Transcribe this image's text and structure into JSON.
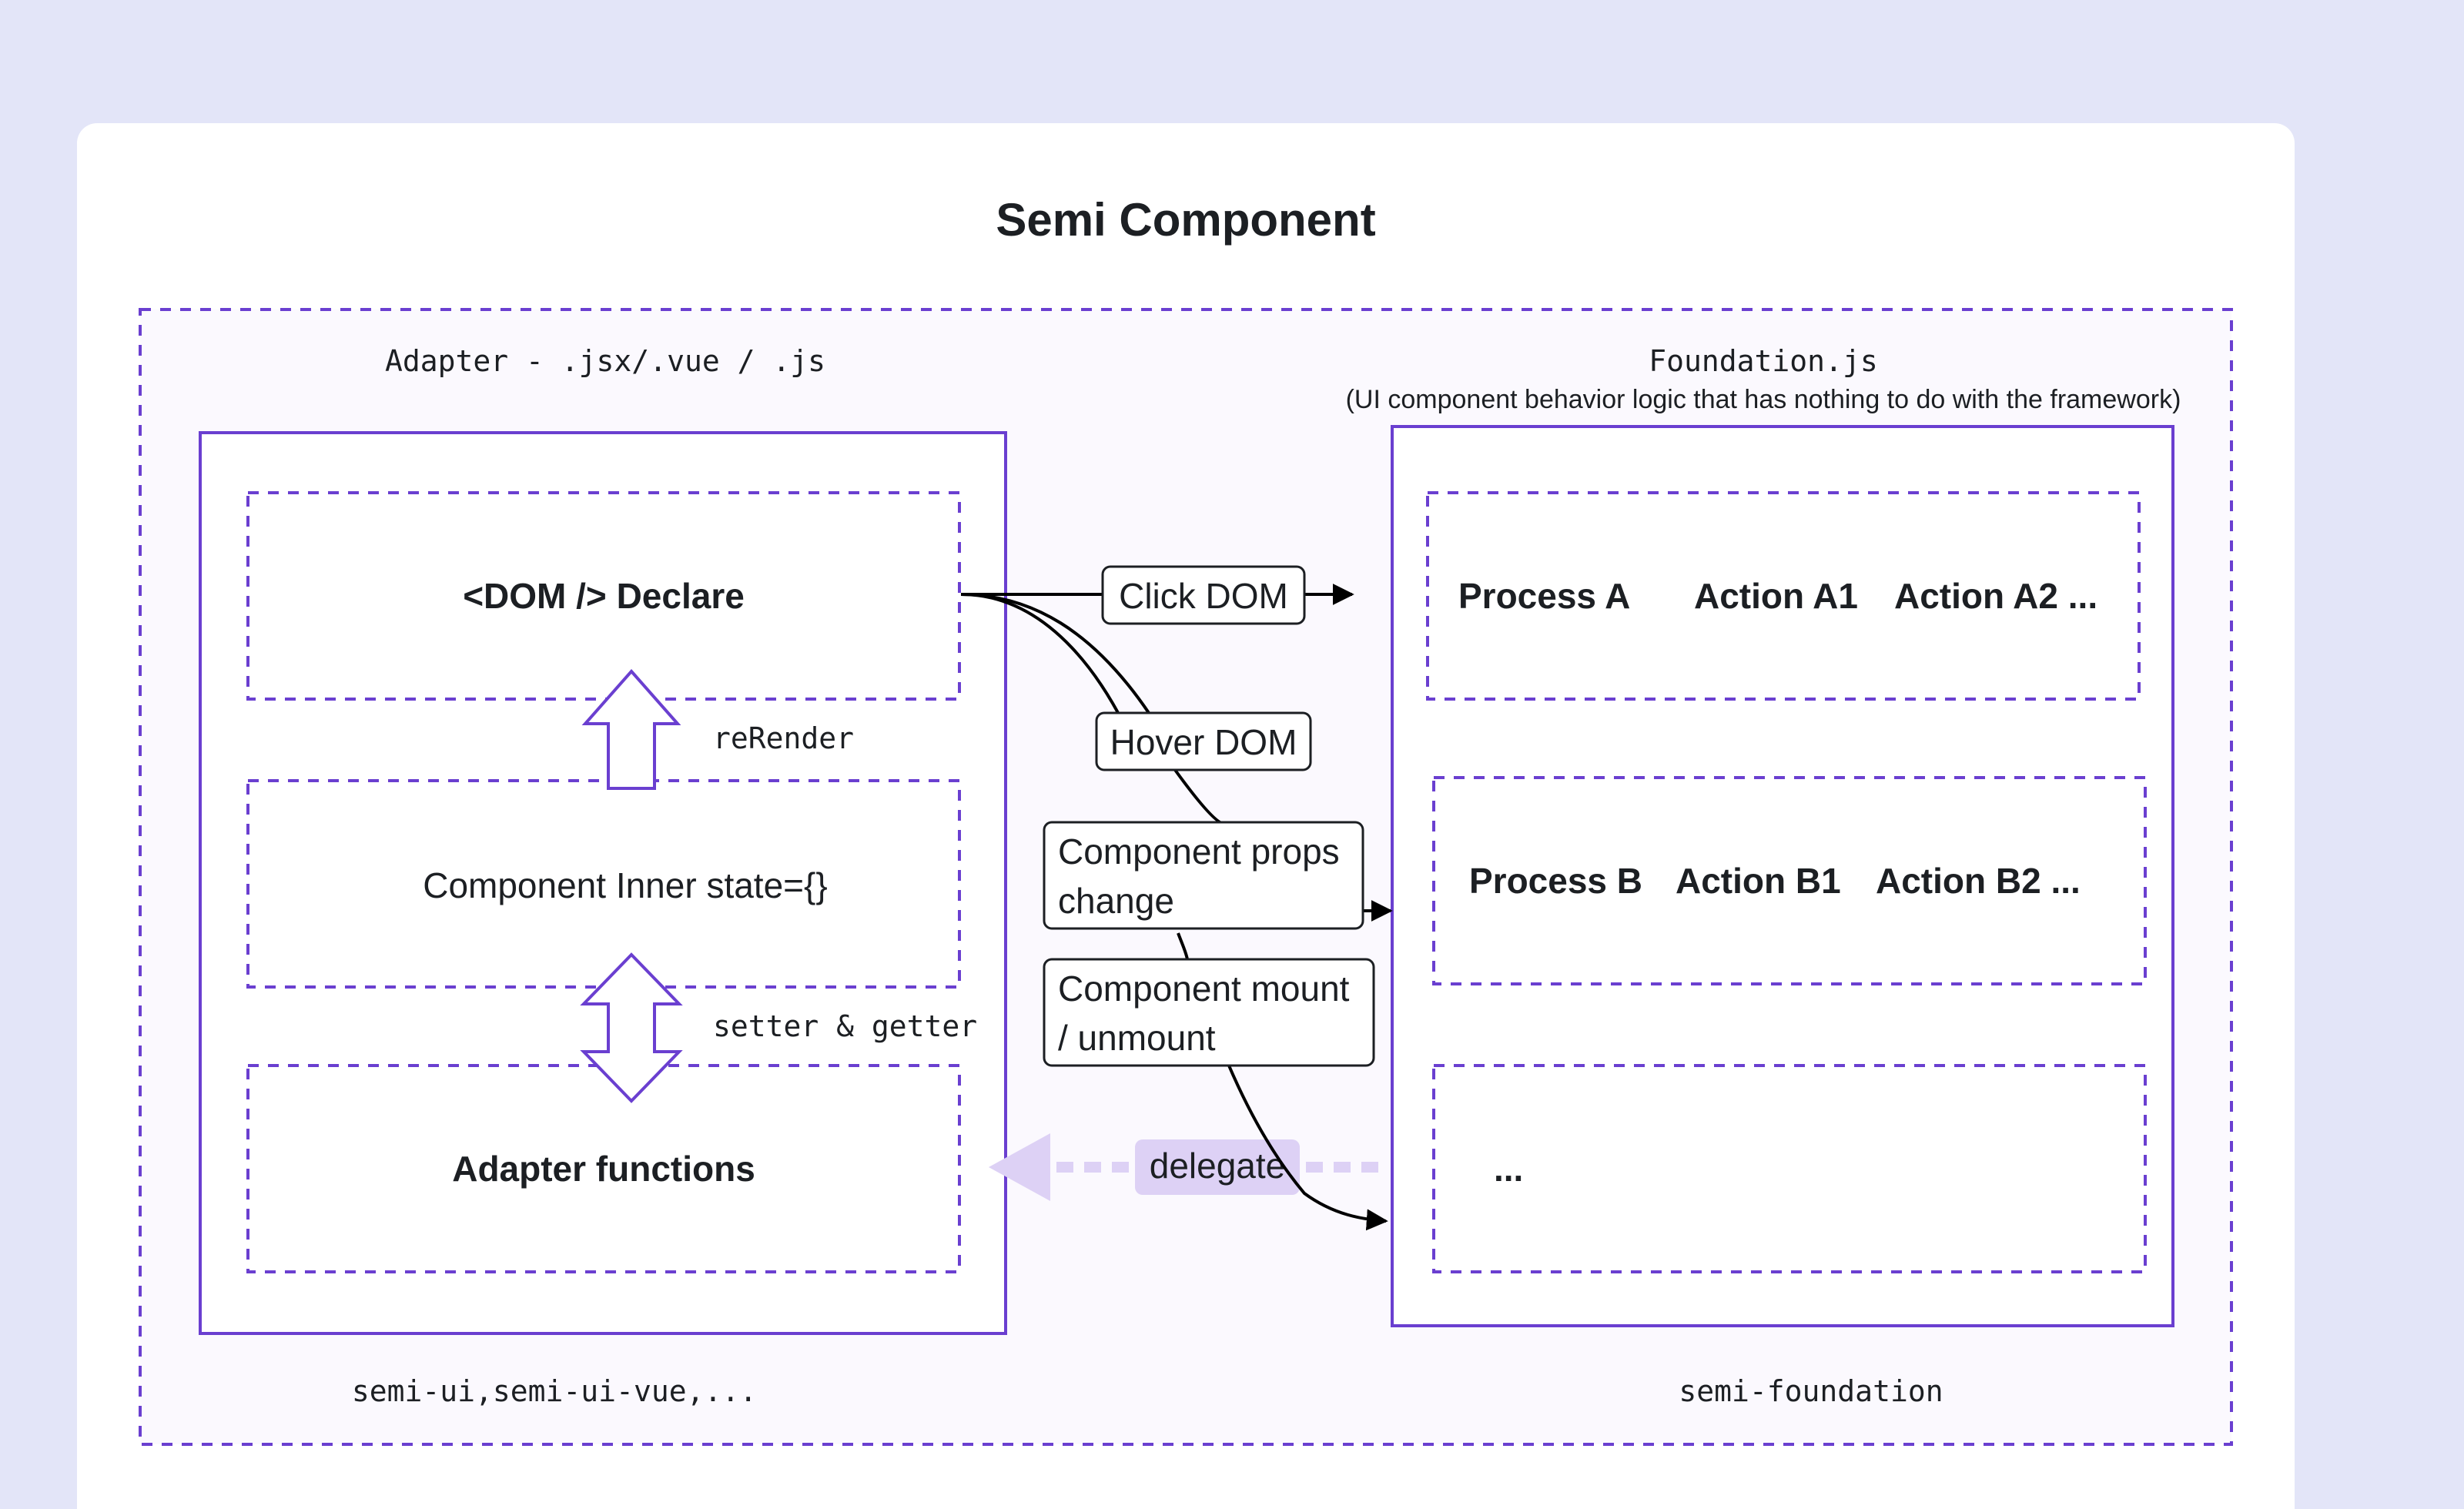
{
  "title": "Semi Component",
  "adapter": {
    "header": "Adapter - .jsx/.vue / .js",
    "footer": "semi-ui,semi-ui-vue,...",
    "boxes": {
      "dom": "<DOM /> Declare",
      "state": "Component Inner state={}",
      "functions": "Adapter functions"
    },
    "arrows": {
      "rerender": "reRender",
      "setter_getter": "setter & getter"
    }
  },
  "foundation": {
    "header": "Foundation.js",
    "subheader": "(UI component behavior logic that has nothing to do with the framework)",
    "footer": "semi-foundation",
    "groups": {
      "a": {
        "process": "Process A",
        "action1": "Action A1",
        "action2": "Action A2 ..."
      },
      "b": {
        "process": "Process B",
        "action1": "Action B1",
        "action2": "Action B2 ..."
      },
      "c": {
        "more": "..."
      }
    }
  },
  "events": {
    "click": "Click DOM",
    "hover": "Hover DOM",
    "props_line1": "Component props",
    "props_line2": "change",
    "mount_line1": "Component mount",
    "mount_line2": "/ unmount",
    "delegate": "delegate"
  },
  "colors": {
    "page_background": "#e3e5f8",
    "card": "#ffffff",
    "purple_border": "#6a3fd0",
    "delegate_fill": "#ddd1f5",
    "text": "#1c1f23"
  }
}
